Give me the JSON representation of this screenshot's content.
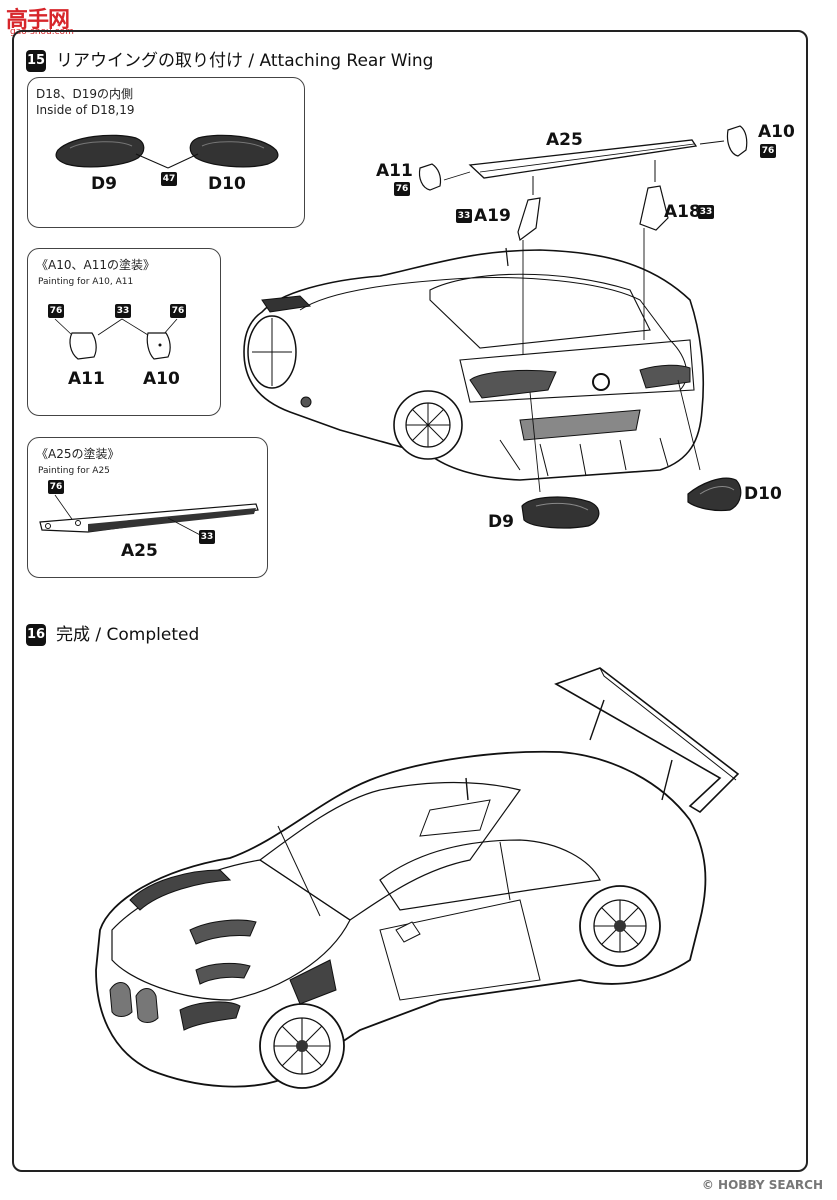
{
  "watermark": {
    "logo": "高手网",
    "url": "gao-shou.com"
  },
  "step15": {
    "number": "15",
    "title": "リアウイングの取り付け / Attaching Rear Wing",
    "inside_box": {
      "note_jp": "D18、D19の内側",
      "note_en": "Inside of D18,19",
      "color": "47",
      "left_part": "D9",
      "right_part": "D10"
    },
    "painting_a10_a11": {
      "title": "《A10、A11の塗装》",
      "subtitle": "Painting for A10, A11",
      "color_left": "76",
      "color_mid": "33",
      "color_right": "76",
      "left_part": "A11",
      "right_part": "A10"
    },
    "painting_a25": {
      "title": "《A25の塗装》",
      "subtitle": "Painting for A25",
      "color_top": "76",
      "color_bottom": "33",
      "part": "A25"
    },
    "main_parts": {
      "wing": "A25",
      "endplate_right": "A10",
      "endplate_right_color": "76",
      "endplate_left": "A11",
      "endplate_left_color": "76",
      "stay_left": "A19",
      "stay_left_color": "33",
      "stay_right": "A18",
      "stay_right_color": "33",
      "light_left": "D9",
      "light_right": "D10"
    }
  },
  "step16": {
    "number": "16",
    "title": "完成 / Completed"
  },
  "footer": {
    "brand": "HOBBY SEARCH",
    "mark": "©"
  },
  "colors": {
    "ink": "#111111",
    "watermark": "#d7262b"
  }
}
